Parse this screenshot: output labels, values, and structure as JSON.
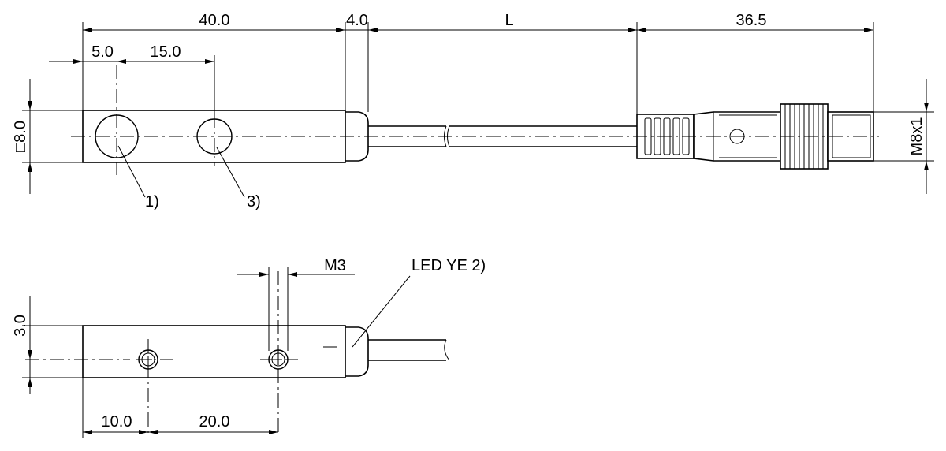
{
  "top_view": {
    "dim_body_length": "40.0",
    "dim_nut": "4.0",
    "dim_cable_length": "L",
    "dim_connector_length": "36.5",
    "dim_hole1_offset": "5.0",
    "dim_hole_spacing": "15.0",
    "dim_square": "□8.0",
    "dim_thread": "M8x1",
    "callout_1": "1)",
    "callout_3": "3)"
  },
  "side_view": {
    "dim_screw_thread": "M3",
    "led_label": "LED YE 2)",
    "dim_height": "3.0",
    "dim_screw1_offset": "10.0",
    "dim_screw_spacing": "20.0"
  }
}
